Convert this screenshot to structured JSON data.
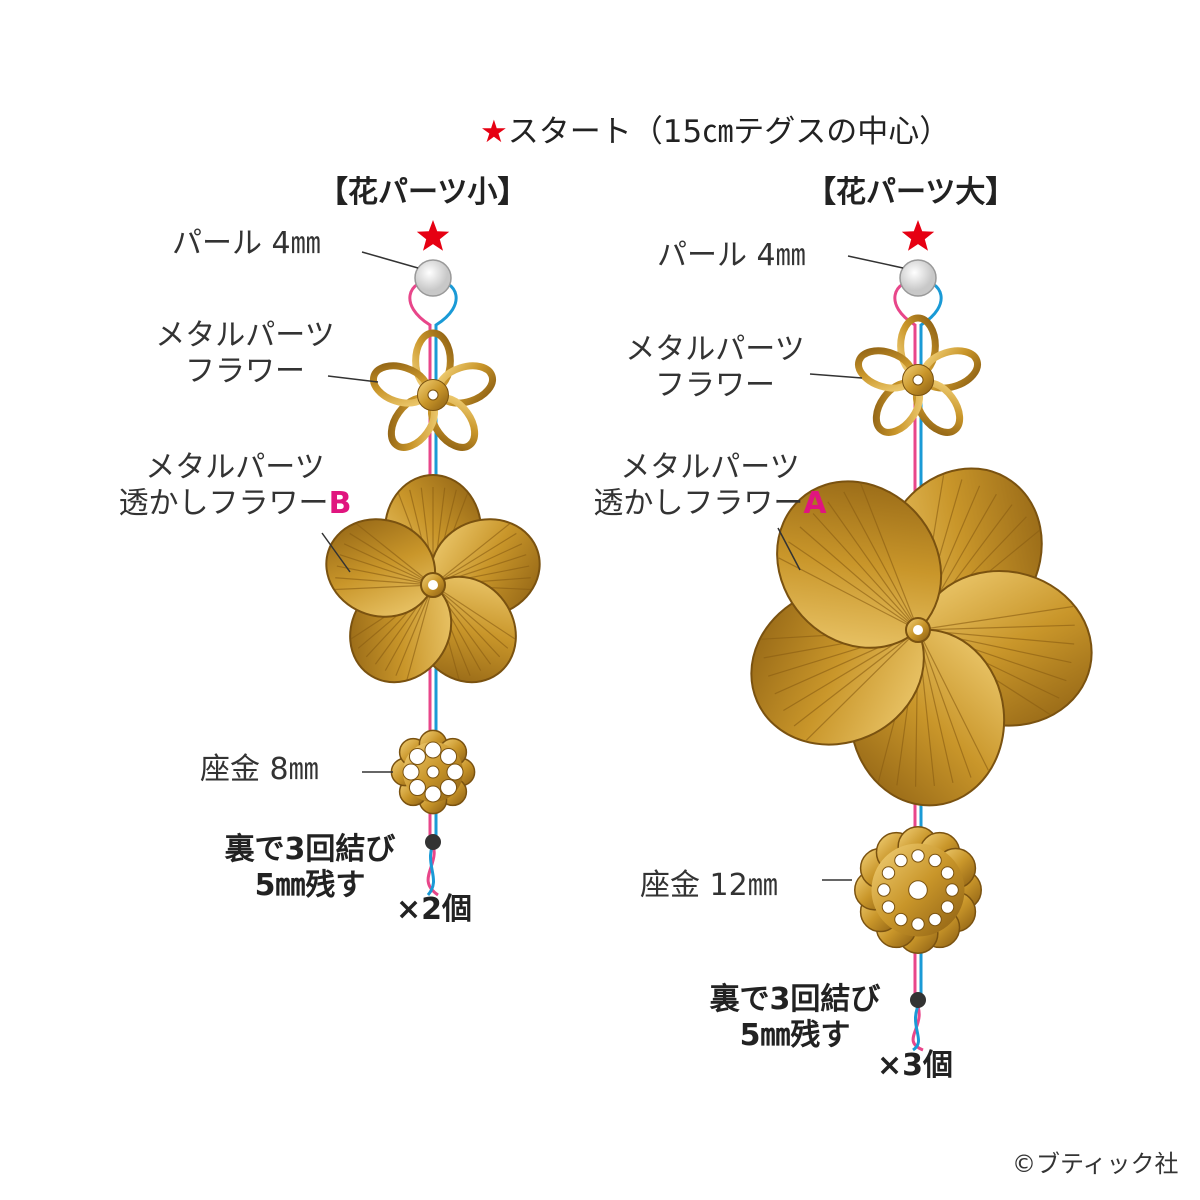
{
  "title": {
    "star": "★",
    "text": "スタート（15㎝テグスの中心）"
  },
  "small": {
    "header": "【花パーツ小】",
    "pearl": "パール 4㎜",
    "flower_line1": "メタルパーツ",
    "flower_line2": "フラワー",
    "openwork_line1": "メタルパーツ",
    "openwork_line2": "透かしフラワー",
    "openwork_letter": "B",
    "washer": "座金 8㎜",
    "knot_line1": "裏で3回結び",
    "knot_line2": "5㎜残す",
    "count": "×2個"
  },
  "large": {
    "header": "【花パーツ大】",
    "pearl": "パール 4㎜",
    "flower_line1": "メタルパーツ",
    "flower_line2": "フラワー",
    "openwork_line1": "メタルパーツ",
    "openwork_line2": "透かしフラワー",
    "openwork_letter": "A",
    "washer": "座金 12㎜",
    "knot_line1": "裏で3回結び",
    "knot_line2": "5㎜残す",
    "count": "×3個"
  },
  "copyright": "©ブティック社",
  "colors": {
    "pink_thread": "#e8468a",
    "blue_thread": "#1a9ad6",
    "gold": "#c9962a",
    "star": "#e60012",
    "accent": "#e0157f"
  }
}
